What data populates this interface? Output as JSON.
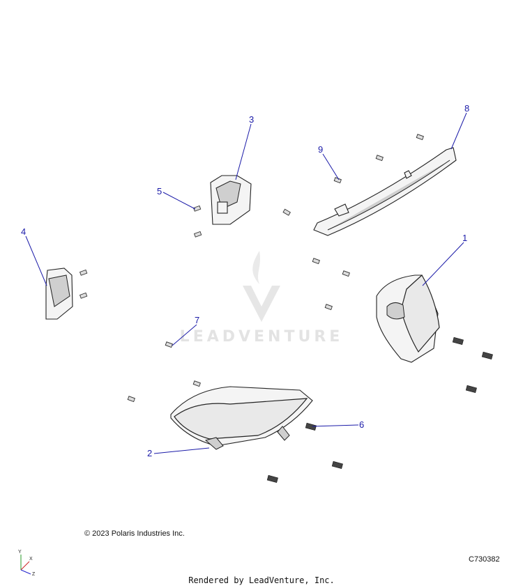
{
  "callouts": [
    {
      "id": "1",
      "label": "1"
    },
    {
      "id": "2",
      "label": "2"
    },
    {
      "id": "3",
      "label": "3"
    },
    {
      "id": "4",
      "label": "4"
    },
    {
      "id": "5",
      "label": "5"
    },
    {
      "id": "6",
      "label": "6"
    },
    {
      "id": "7",
      "label": "7"
    },
    {
      "id": "8",
      "label": "8"
    },
    {
      "id": "9",
      "label": "9"
    }
  ],
  "watermark": {
    "text": "LEADVENTURE"
  },
  "copyright": "© 2023 Polaris Industries Inc.",
  "drawing_id": "C730382",
  "footer": "Rendered by LeadVenture, Inc.",
  "axis_labels": {
    "y": "Y",
    "x": "X",
    "z": "Z"
  },
  "colors": {
    "callout": "#1a1aa8",
    "line": "#222222",
    "watermark": "#e3e3e3"
  }
}
